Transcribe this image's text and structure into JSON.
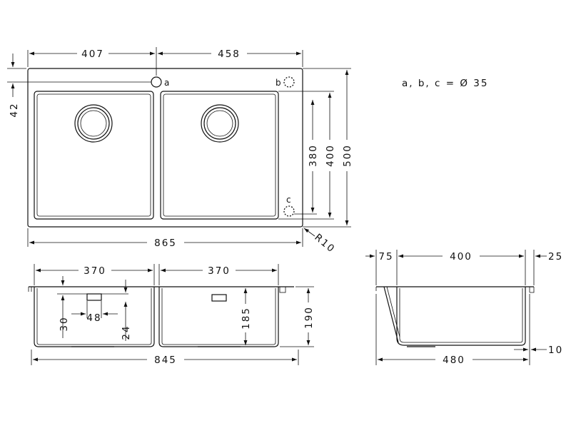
{
  "note": "a, b, c = Ø 35",
  "top_view": {
    "w_left": "407",
    "w_right": "458",
    "w_total": "865",
    "off_42": "42",
    "h_380": "380",
    "h_400": "400",
    "h_500": "500",
    "radius": "R10",
    "hole_a": "a",
    "hole_b": "b",
    "hole_c": "c"
  },
  "front_view": {
    "w_bowl1": "370",
    "w_bowl2": "370",
    "w_total": "845",
    "overflow_w": "48",
    "overflow_h": "30",
    "overflow_off": "24",
    "depth_185": "185",
    "depth_190": "190"
  },
  "side_view": {
    "w_75": "75",
    "w_400": "400",
    "w_25": "25",
    "w_480": "480",
    "w_10": "10"
  },
  "colors": {
    "line": "#111111",
    "background": "#ffffff"
  }
}
